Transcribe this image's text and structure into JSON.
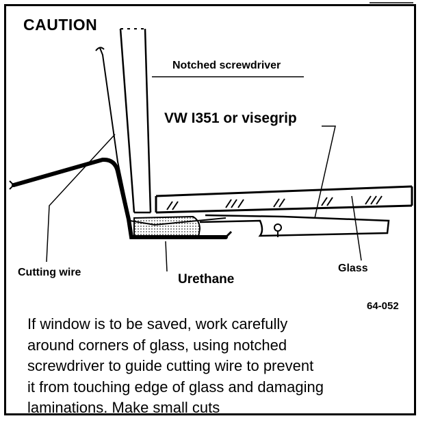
{
  "labels": {
    "caution": "CAUTION",
    "notched_screwdriver": "Notched screwdriver",
    "tool": "VW I351 or visegrip",
    "cutting_wire": "Cutting wire",
    "urethane": "Urethane",
    "glass": "Glass",
    "figure_number": "64-052"
  },
  "note_lines": [
    "If window is to be saved, work carefully",
    "around corners of glass, using notched",
    "screwdriver to guide cutting wire to prevent",
    "it from touching edge of glass and damaging",
    "laminations.  Make small cuts"
  ]
}
